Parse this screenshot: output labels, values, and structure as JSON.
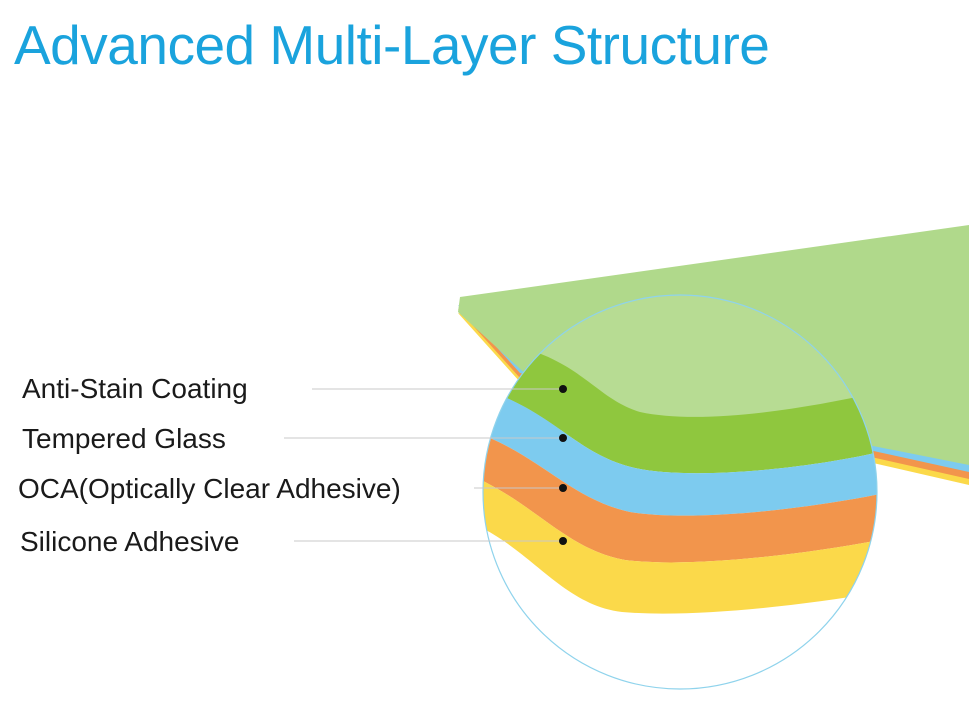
{
  "title": "Advanced Multi-Layer Structure",
  "layers": [
    {
      "label": "Anti-Stain Coating"
    },
    {
      "label": "Tempered Glass"
    },
    {
      "label": "OCA(Optically Clear Adhesive)"
    },
    {
      "label": "Silicone Adhesive"
    }
  ],
  "colors": {
    "title": "#1aa3dd",
    "anti_stain": "#8fc73e",
    "anti_stain_light": "#b7dc93",
    "tempered_glass": "#7dcbef",
    "oca": "#f2954c",
    "silicone": "#fbd94a",
    "leader_line": "#c8c8c8",
    "circle_outline": "#8fd3ec"
  }
}
